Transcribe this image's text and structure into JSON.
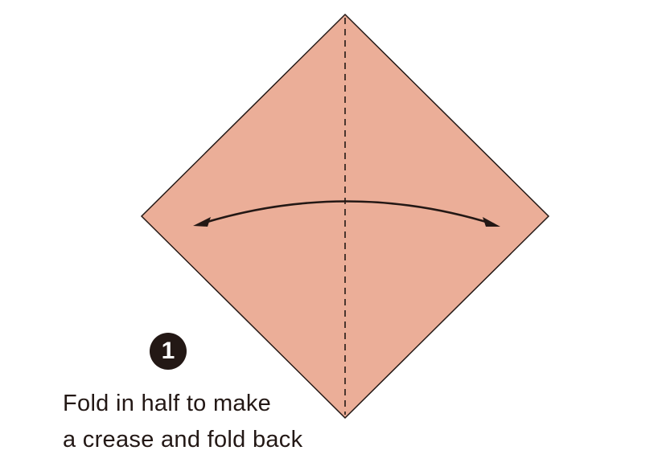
{
  "colors": {
    "paper": "#ebae98",
    "ink": "#231815",
    "background": "#ffffff"
  },
  "step": {
    "number": "1"
  },
  "instruction": {
    "line1": "Fold in half to make",
    "line2": "a crease and fold back"
  },
  "symbols": {
    "crease": "dashed-valley-fold-line",
    "arrow": "double-headed-fold-and-unfold-arrow"
  }
}
